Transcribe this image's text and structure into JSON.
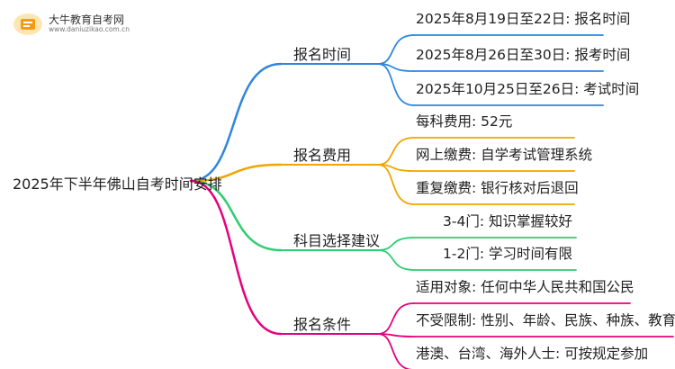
{
  "logo": {
    "name": "大牛教育自考网",
    "url": "www.daniuzikao.com.cn"
  },
  "mindmap": {
    "root": "2025年下半年佛山自考时间安排",
    "branches": [
      {
        "label": "报名时间",
        "color": "#2e86de",
        "children": [
          "2025年8月19日至22日: 报名时间",
          "2025年8月26日至30日: 报考时间",
          "2025年10月25日至26日: 考试时间"
        ]
      },
      {
        "label": "报名费用",
        "color": "#f0a500",
        "children": [
          "每科费用: 52元",
          "网上缴费: 自学考试管理系统",
          "重复缴费: 银行核对后退回"
        ]
      },
      {
        "label": "科目选择建议",
        "color": "#2ecc71",
        "children": [
          "3-4门: 知识掌握较好",
          "1-2门: 学习时间有限"
        ]
      },
      {
        "label": "报名条件",
        "color": "#e6007e",
        "children": [
          "适用对象: 任何中华人民共和国公民",
          "不受限制: 性别、年龄、民族、种族、教育程度",
          "港澳、台湾、海外人士: 可按规定参加"
        ]
      }
    ]
  }
}
